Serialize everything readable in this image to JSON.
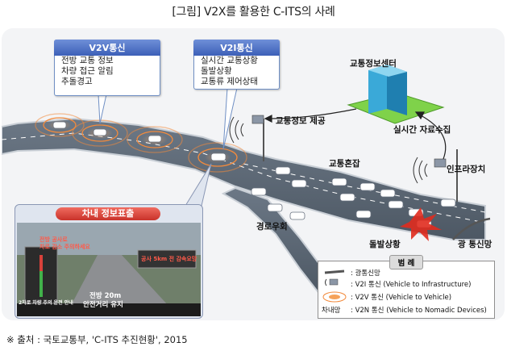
{
  "title": "[그림] V2X를 활용한 C-ITS의 사례",
  "v2v_box": {
    "title": "V2V통신",
    "lines": [
      "전방 교통 정보",
      "차량 접근 알림",
      "추돌경고"
    ]
  },
  "v2i_box": {
    "title": "V2I통신",
    "lines": [
      "실시간 교통상황",
      "돌발상황",
      "교통류 제어상태"
    ]
  },
  "in_vehicle_panel": {
    "title": "차내 정보표출",
    "screen_text_left": [
      "전방 공사로",
      "차로 감소 주의하세요"
    ],
    "screen_text_right": "공사 5km 전 감속요망",
    "distance_text": [
      "전방 20m",
      "안전거리 유지"
    ],
    "bar_caption": "2차로 차량 주의 운전 안내"
  },
  "labels": {
    "traffic_center": "교통정보센터",
    "info_provide": "교통정보 제공",
    "realtime_collect": "실시간 자료수집",
    "congestion": "교통혼잡",
    "infra": "인프라장치",
    "detour": "경로우회",
    "incident": "돌발상황",
    "optical": "광 통신망"
  },
  "legend": {
    "title": "범 례",
    "items": [
      ": 광통신망",
      ": V2I 통신 (Vehicle to Infrastructure)",
      ": V2V 통신 (Vehicle to Vehicle)",
      ": V2N 통신 (Vehicle to Nomadic Devices)"
    ],
    "pedestrian_label": "차내망"
  },
  "colors": {
    "road": "#5e6a78",
    "road_edge": "#c9cfd6",
    "v2v_ring": "#f28a3c",
    "bubble_header": "#4a6cc2",
    "panel_header": "#d9413a",
    "incident": "#e02b1e",
    "building": "#3aa9d8",
    "platform": "#7fd24a"
  },
  "source": "※ 출처 : 국토교통부, 'C-ITS 추진현황', 2015"
}
